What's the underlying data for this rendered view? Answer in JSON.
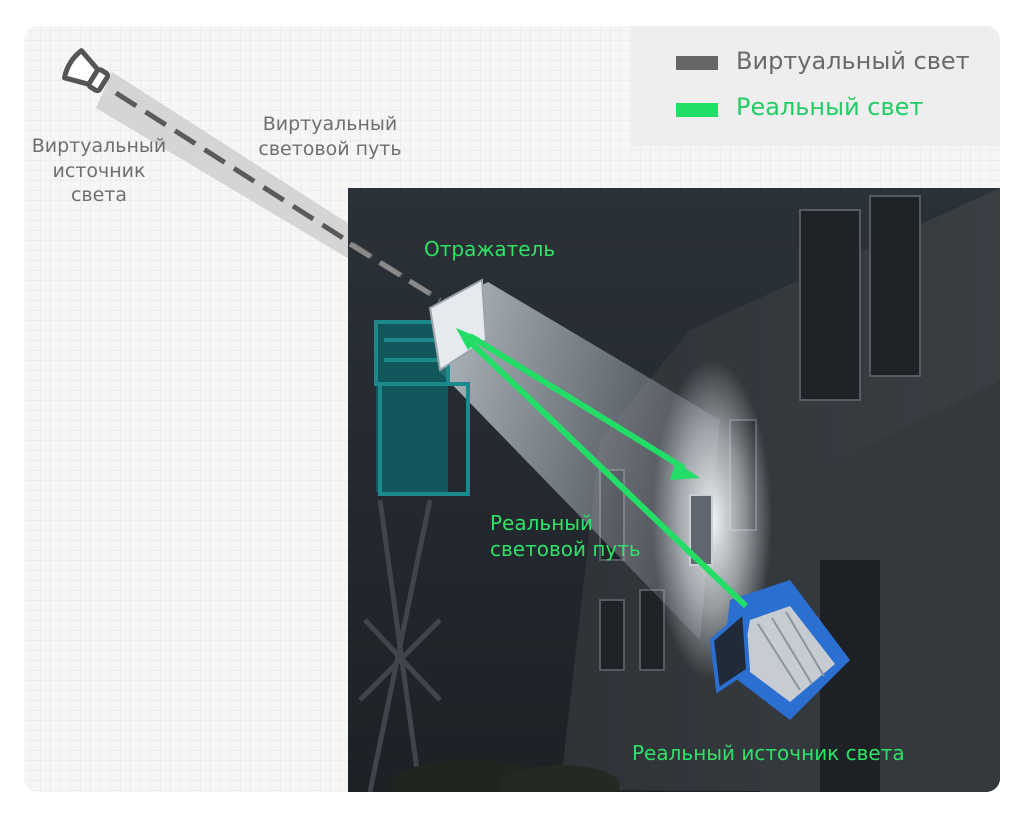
{
  "legend": {
    "virtual_label": "Виртуальный свет",
    "real_label": "Реальный свет",
    "virtual_color": "#666666",
    "real_color": "#22dd66"
  },
  "labels": {
    "virtual_source": [
      "Виртуальный",
      "источник",
      "света"
    ],
    "virtual_path": [
      "Виртуальный",
      "световой путь"
    ],
    "reflector": "Отражатель",
    "real_path": [
      "Реальный",
      "световой путь"
    ],
    "real_source": "Реальный источник света"
  },
  "icons": {
    "virtual_source": "spotlight-outline-icon"
  }
}
